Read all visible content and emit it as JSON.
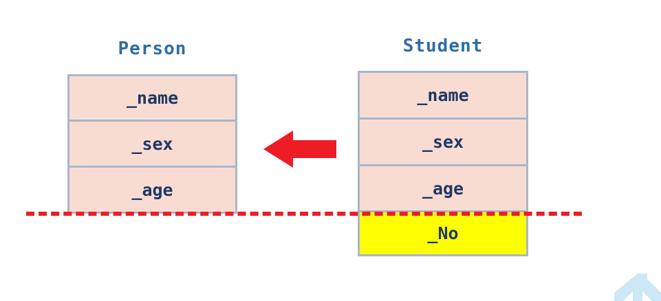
{
  "diagram": {
    "title_person": "Person",
    "title_student": "Student",
    "classes": [
      {
        "name": "Person",
        "fields": [
          {
            "label": "_name",
            "highlight": false
          },
          {
            "label": "_sex",
            "highlight": false
          },
          {
            "label": "_age",
            "highlight": false
          }
        ]
      },
      {
        "name": "Student",
        "fields": [
          {
            "label": "_name",
            "highlight": false
          },
          {
            "label": "_sex",
            "highlight": false
          },
          {
            "label": "_age",
            "highlight": false
          },
          {
            "label": "_No",
            "highlight": true
          }
        ]
      }
    ],
    "fields": {
      "person_name": "_name",
      "person_sex": "_sex",
      "person_age": "_age",
      "student_name": "_name",
      "student_sex": "_sex",
      "student_age": "_age",
      "student_no": "_No"
    },
    "icons": {
      "inheritance_arrow": "left-arrow-icon",
      "corner_chevron": "chevron-up-icon"
    },
    "colors": {
      "title_blue": "#2e6da4",
      "field_text": "#1f3864",
      "box_fill": "#f8dcd2",
      "box_border": "#a8b6cc",
      "highlight_fill": "#ffff00",
      "arrow_red": "#ee1c25",
      "dashed_red": "#ee1c25",
      "chevron_blue": "#cce8f7"
    }
  }
}
